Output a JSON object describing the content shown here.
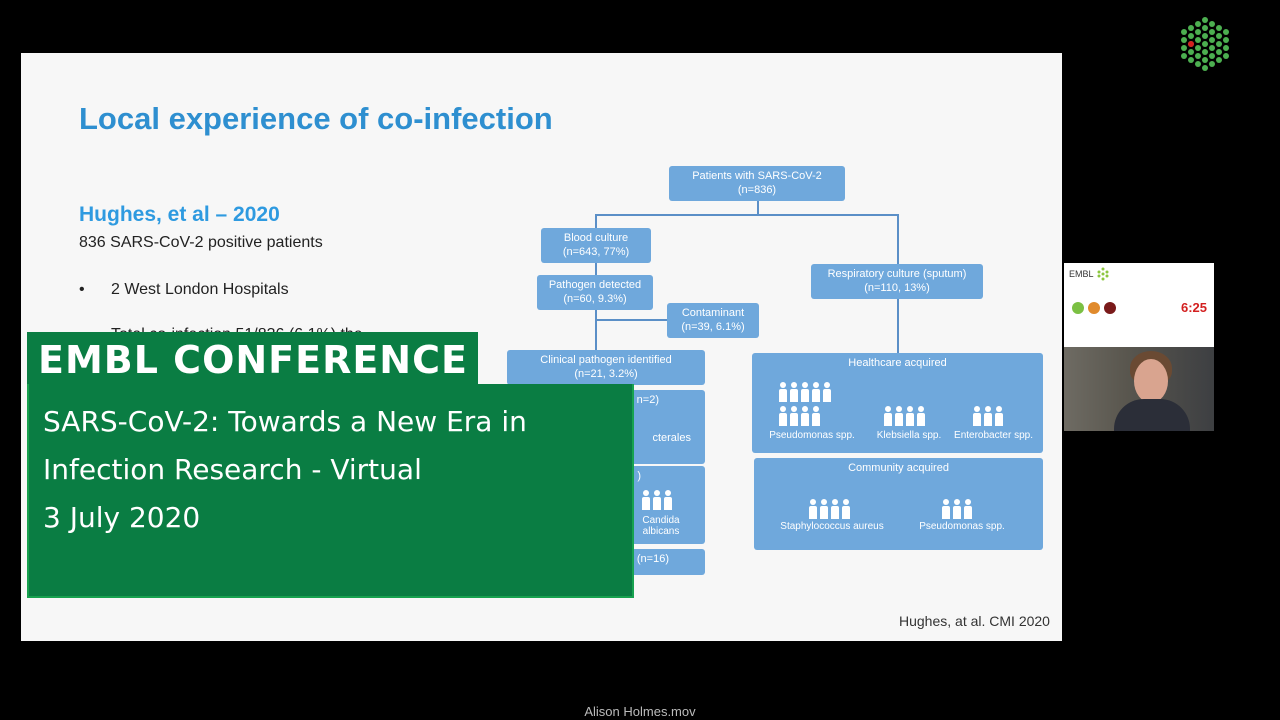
{
  "slide": {
    "title": "Local experience of co-infection",
    "author": "Hughes, et al – 2020",
    "patients_line": "836 SARS-CoV-2 positive patients",
    "bullet_symbol": "•",
    "bullet_text": "2 West London Hospitals",
    "cutoff_text": "Total co-infection 51/836 (6.1%) the ...",
    "citation": "Hughes, at al. CMI 2020"
  },
  "flowchart": {
    "root": {
      "label": "Patients with SARS-CoV-2",
      "value": "(n=836)"
    },
    "blood_culture": {
      "label": "Blood culture",
      "value": "(n=643, 77%)"
    },
    "pathogen_detected": {
      "label": "Pathogen detected",
      "value": "(n=60, 9.3%)"
    },
    "contaminant": {
      "label": "Contaminant",
      "value": "(n=39, 6.1%)"
    },
    "clinical_pathogen": {
      "label": "Clinical pathogen identified",
      "value": "(n=21, 3.2%)"
    },
    "partial_1": {
      "value": "n=2)"
    },
    "partial_1_label": "cterales",
    "partial_2": {
      "value": ")"
    },
    "candida": "Candida albicans",
    "partial_3": {
      "value": "(n=16)"
    },
    "respiratory": {
      "label": "Respiratory culture (sputum)",
      "value": "(n=110, 13%)"
    },
    "healthcare": {
      "label": "Healthcare acquired",
      "groups": [
        "Pseudomonas spp.",
        "Klebsiella spp.",
        "Enterobacter spp."
      ]
    },
    "community": {
      "label": "Community acquired",
      "groups": [
        "Staphylococcus aureus",
        "Pseudomonas spp."
      ]
    }
  },
  "banner": {
    "title": "EMBL CONFERENCE",
    "line1": "SARS-CoV-2: Towards a New Era in",
    "line2": "Infection Research - Virtual",
    "line3": "3 July 2020"
  },
  "speaker_panel": {
    "logo_text": "EMBL",
    "timer": "6:25",
    "lights": [
      "#7bc043",
      "#e08a2c",
      "#7a1a1a"
    ]
  },
  "file_name": "Alison Holmes.mov",
  "colors": {
    "embl_green": "#0a7d43",
    "slide_blue": "#2e8fd0",
    "box_blue": "#6fa8dc"
  }
}
